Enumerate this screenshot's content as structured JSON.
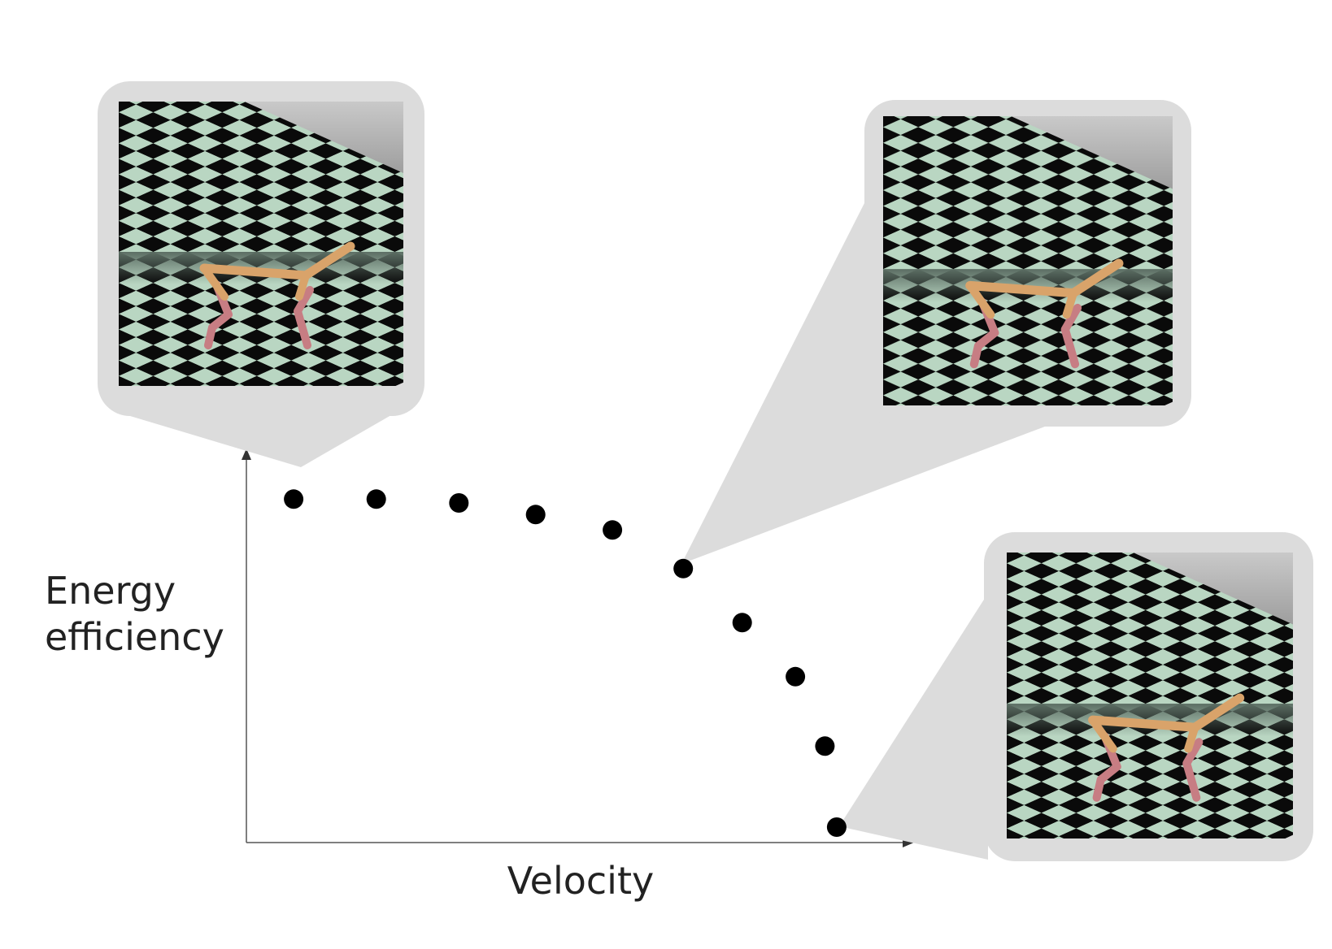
{
  "chart_data": {
    "type": "scatter",
    "xlabel": "Velocity",
    "ylabel_lines": [
      "Energy",
      "efficiency"
    ],
    "points": [
      {
        "x": 0.08,
        "y": 0.89
      },
      {
        "x": 0.22,
        "y": 0.89
      },
      {
        "x": 0.36,
        "y": 0.88
      },
      {
        "x": 0.49,
        "y": 0.85
      },
      {
        "x": 0.62,
        "y": 0.81
      },
      {
        "x": 0.74,
        "y": 0.71
      },
      {
        "x": 0.84,
        "y": 0.57
      },
      {
        "x": 0.93,
        "y": 0.43
      },
      {
        "x": 0.98,
        "y": 0.25
      },
      {
        "x": 1.0,
        "y": 0.04
      }
    ],
    "xlim": [
      0,
      1.12
    ],
    "ylim": [
      0,
      1
    ],
    "point_color": "#000000",
    "grid": false,
    "legend": "none",
    "callouts": [
      {
        "point_index": 0,
        "image": "robot-walking-snapshot"
      },
      {
        "point_index": 5,
        "image": "robot-walking-snapshot"
      },
      {
        "point_index": 9,
        "image": "robot-walking-snapshot"
      }
    ]
  }
}
